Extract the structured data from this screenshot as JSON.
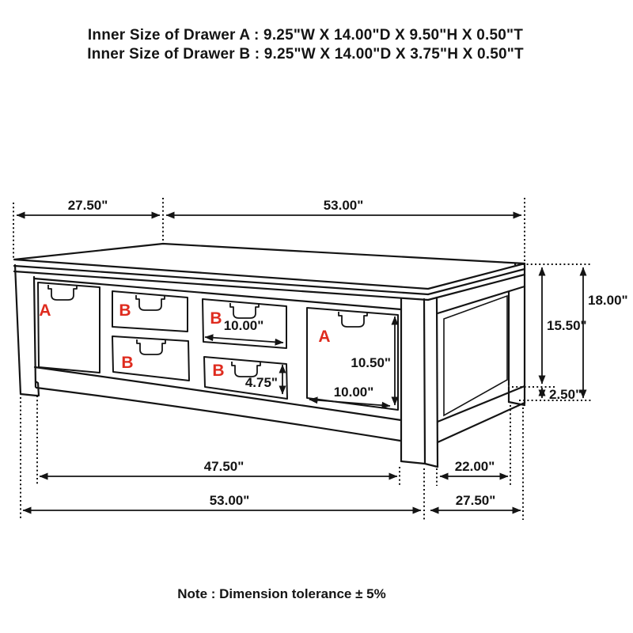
{
  "title_block": {
    "line_a": "Inner Size of Drawer A : 9.25\"W X 14.00\"D X 9.50\"H X 0.50\"T",
    "line_b": "Inner Size of Drawer B : 9.25\"W X 14.00\"D X 3.75\"H X 0.50\"T"
  },
  "note": "Note : Dimension tolerance ± 5%",
  "colors": {
    "line": "#141414",
    "label_red": "#df2b1e",
    "background": "#ffffff"
  },
  "drawer_labels": {
    "left_a": "A",
    "col1_top_b": "B",
    "col2_top_b": "B",
    "col1_bottom_b": "B",
    "col2_bottom_b": "B",
    "right_a": "A"
  },
  "dimensions": {
    "top_depth": "27.50\"",
    "top_width": "53.00\"",
    "overall_height": "18.00\"",
    "side_height": "15.50\"",
    "foot_height": "2.50\"",
    "drawer_b_width": "10.00\"",
    "drawer_b_height": "4.75\"",
    "drawer_a_height": "10.50\"",
    "drawer_a_width": "10.00\"",
    "front_leg_span": "47.50\"",
    "side_leg_span": "22.00\"",
    "bottom_width": "53.00\"",
    "bottom_depth": "27.50\""
  }
}
